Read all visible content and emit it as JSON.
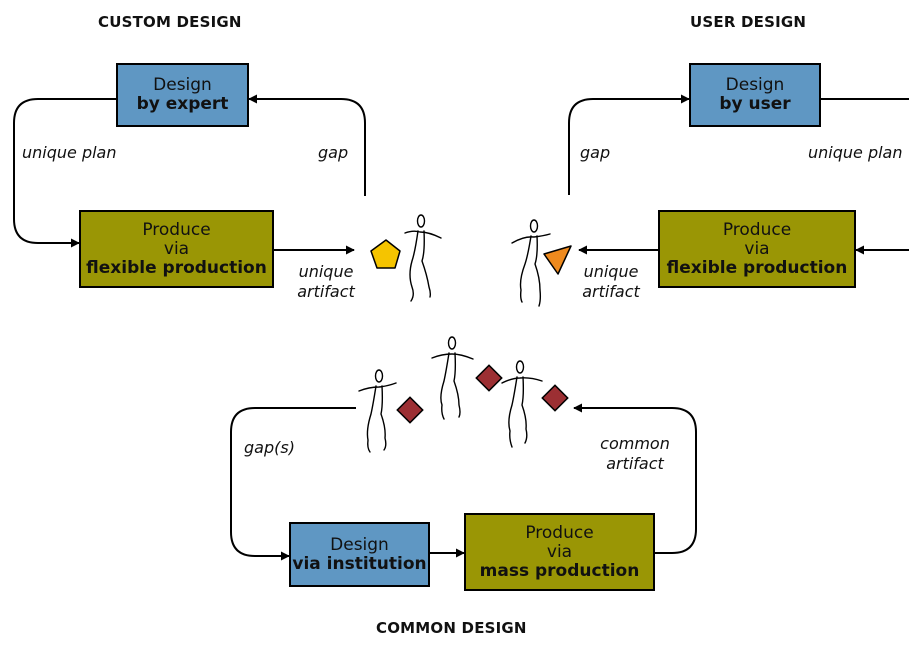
{
  "custom": {
    "title": "CUSTOM DESIGN",
    "design_line1": "Design",
    "design_line2": "by expert",
    "produce_line1": "Produce",
    "produce_line2": "via",
    "produce_line3": "flexible production",
    "left_label": "unique plan",
    "right_label": "gap",
    "artifact_line1": "unique",
    "artifact_line2": "artifact"
  },
  "user": {
    "title": "USER DESIGN",
    "design_line1": "Design",
    "design_line2": "by user",
    "produce_line1": "Produce",
    "produce_line2": "via",
    "produce_line3": "flexible production",
    "left_label": "gap",
    "right_label": "unique plan",
    "artifact_line1": "unique",
    "artifact_line2": "artifact"
  },
  "common": {
    "title": "COMMON DESIGN",
    "design_line1": "Design",
    "design_line2": "via institution",
    "produce_line1": "Produce",
    "produce_line2": "via",
    "produce_line3": "mass production",
    "left_label": "gap(s)",
    "artifact_line1": "common",
    "artifact_line2": "artifact"
  },
  "colors": {
    "design_box": "#5f97c3",
    "produce_box": "#9a9605",
    "pentagon": "#f5c400",
    "triangle": "#ee8a1e",
    "diamond": "#9c2f33"
  }
}
